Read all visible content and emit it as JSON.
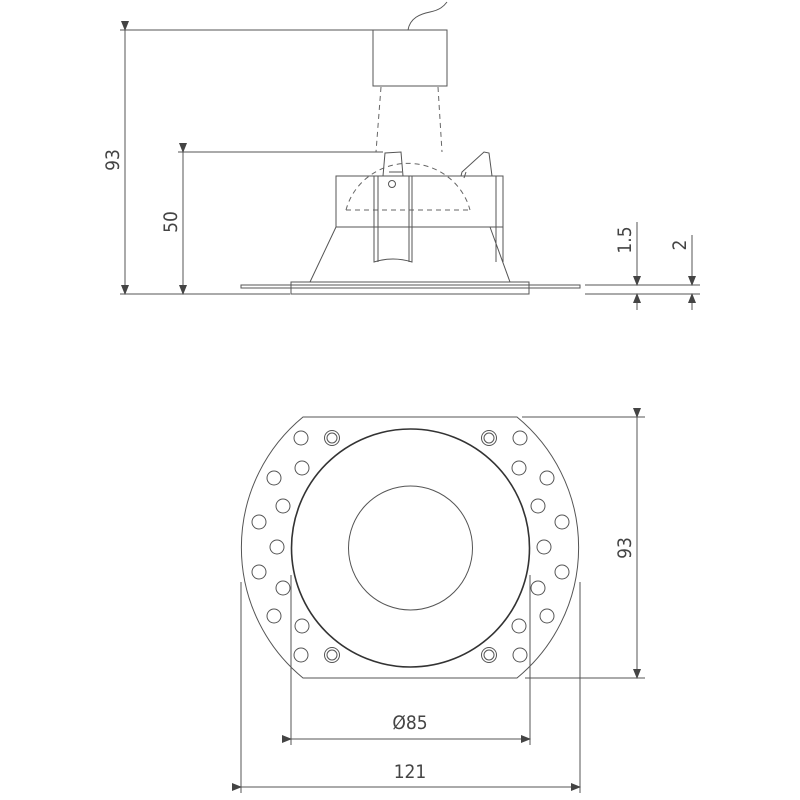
{
  "drawing": {
    "side_view": {
      "dim_total_height": "93",
      "dim_body_height": "50",
      "dim_flange_1": "1.5",
      "dim_flange_2": "2"
    },
    "top_view": {
      "dim_height": "93",
      "dim_ring_diameter": "Ø85",
      "dim_width": "121"
    },
    "line_color": "#555555"
  }
}
